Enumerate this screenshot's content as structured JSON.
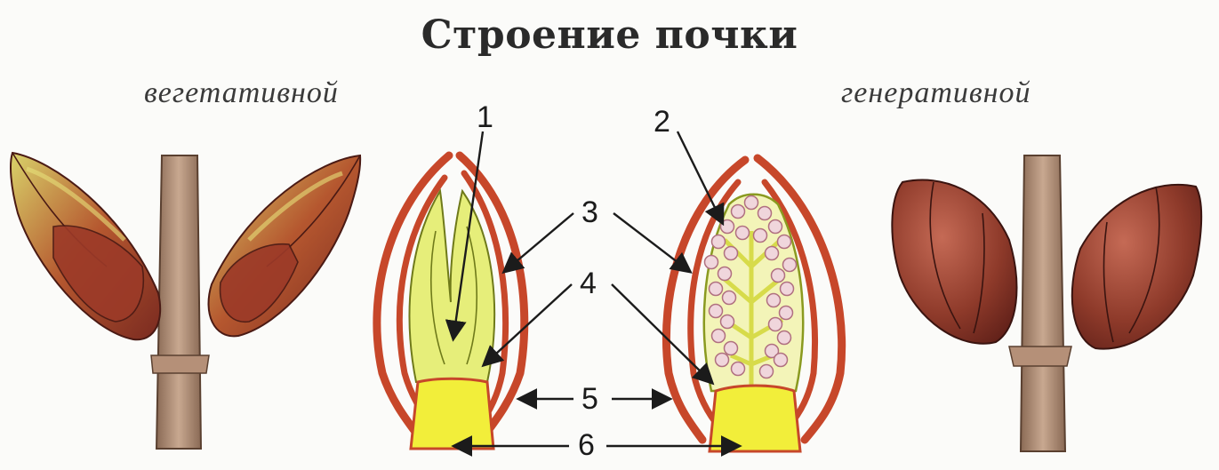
{
  "title": "Строение почки",
  "subtitles": {
    "vegetative": "вегетативной",
    "generative": "генеративной"
  },
  "labels": [
    "1",
    "2",
    "3",
    "4",
    "5",
    "6"
  ],
  "colors": {
    "scale_red": "#c7472a",
    "leaf_yellow": "#e6ee7a",
    "base_yellow": "#f2ee3a",
    "flower_pink": "#f0d6dc",
    "bark": "#a9856e",
    "bud_brown": "#8e3a2a"
  }
}
